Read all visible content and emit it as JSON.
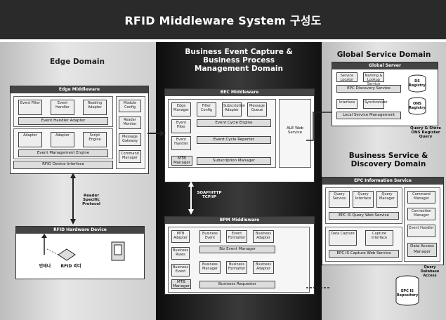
{
  "title": "RFID Middleware System 구성도",
  "domains": {
    "edge": "Edge Domain",
    "business": "Business Event Capture & Business Process Management Domain",
    "global": "Global Service Domain",
    "bsd": "Business Service & Discovery Domain"
  },
  "edge_middleware": {
    "head": "Edge Middleware",
    "boxes": [
      "Event Filter",
      "Event Handler",
      "Reading Adapter",
      "Adapter",
      "Adapter",
      "Script Engine"
    ],
    "adapter_bar": "Event Handler Adapter",
    "engine_bar": "Event Management Engine",
    "device_bar": "RFID Device Interface",
    "side_boxes": [
      "Module Config",
      "Reader Monitor",
      "Message Gateway",
      "Command Manager"
    ]
  },
  "bec_middleware": {
    "head": "BEC Middleware",
    "boxes": [
      "Edge Manager",
      "Event Filter",
      "Event Handler",
      "Filter Config",
      "Subscription Adapter",
      "Message Queue"
    ],
    "cycle_bar": "Event Cycle Engine",
    "report_bar": "Event Cycle Reporter",
    "mtb": "MTB Manager",
    "sub_bar": "Subscription Manager",
    "side": "ALE Web Service"
  },
  "bpm_middleware": {
    "head": "BPM Middleware",
    "boxes": [
      "MTB Adapter",
      "Business Rules",
      "Business Event",
      "Business Event",
      "Event Formatter",
      "Business Adapter",
      "Business Manager",
      "Business Formatter",
      "Business Adapter"
    ],
    "event_bar": "Biz Event Manager",
    "mtb": "MTB Manager",
    "request_bar": "Business Requestor"
  },
  "global_service": {
    "head": "Global Server",
    "boxes": [
      "Service Locator",
      "Naming & Lookup Service"
    ],
    "ons_bar": "EPC Discovery Service",
    "boxes2": [
      "Interface",
      "Synchronizer"
    ],
    "bar2": "Local Service Management",
    "disks": [
      "DS Registry",
      "ONS Registry"
    ]
  },
  "epcis": {
    "head": "EPC Information Service",
    "boxes": [
      "Query Service",
      "Query Interface",
      "Query Manager"
    ],
    "query_bar": "EPC IS Query Web Service",
    "capture_boxes": [
      "Data Capture",
      "Capture Interface"
    ],
    "capture_bar": "EPC IS Capture Web Service",
    "side_boxes": [
      "Command Manager",
      "Connection Manager",
      "Event Handler"
    ],
    "side_bar": "Data Access Manager",
    "repo": "EPC IS Repository"
  },
  "rfid_device": {
    "head": "RFID Hardware Device",
    "antenna": "안테나",
    "reader": "RFID 리더"
  },
  "connectors": {
    "edge_to_device": "Reader Specific Protocol",
    "bec_to_bpm": "SOAP/HTTP TCP/IP",
    "to_global": "Query & Store ONS Register Query",
    "to_repo": "Query Database Access"
  }
}
